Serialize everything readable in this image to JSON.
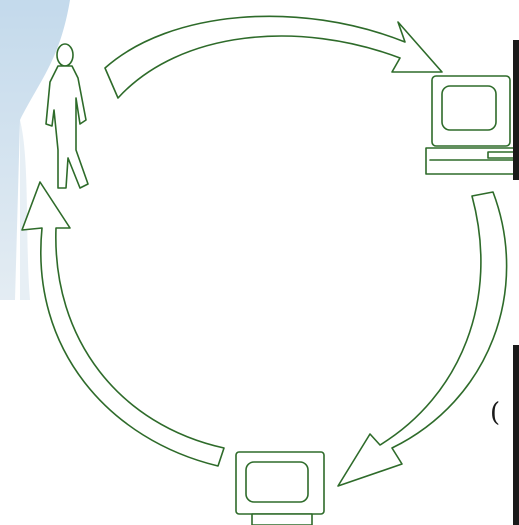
{
  "diagram": {
    "nodes": [
      {
        "id": "person",
        "icon": "person-icon"
      },
      {
        "id": "computer-terminal",
        "icon": "computer-terminal-icon"
      },
      {
        "id": "monitor",
        "icon": "monitor-icon"
      }
    ],
    "arrows": [
      {
        "from": "person",
        "to": "computer-terminal"
      },
      {
        "from": "computer-terminal",
        "to": "monitor"
      },
      {
        "from": "monitor",
        "to": "person"
      }
    ],
    "colors": {
      "line": "#2e6b2a",
      "sky_top": "#c8dcec",
      "sky_bottom": "#e6eef4"
    }
  },
  "edge_glyph": "("
}
